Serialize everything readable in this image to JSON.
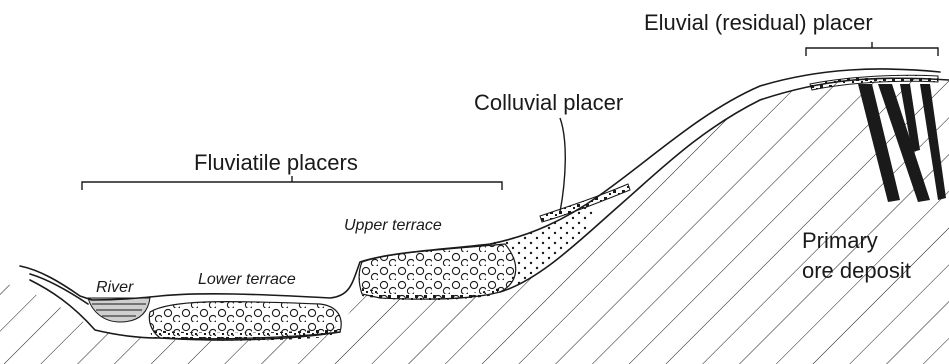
{
  "labels": {
    "eluvial": "Eluvial (residual) placer",
    "colluvial": "Colluvial placer",
    "fluviatile": "Fluviatile placers",
    "upper_terrace": "Upper terrace",
    "lower_terrace": "Lower terrace",
    "river": "River",
    "primary_line1": "Primary",
    "primary_line2": "ore deposit"
  },
  "colors": {
    "ink": "#1a1a1a",
    "water": "#cfcfcf",
    "background": "#ffffff"
  }
}
